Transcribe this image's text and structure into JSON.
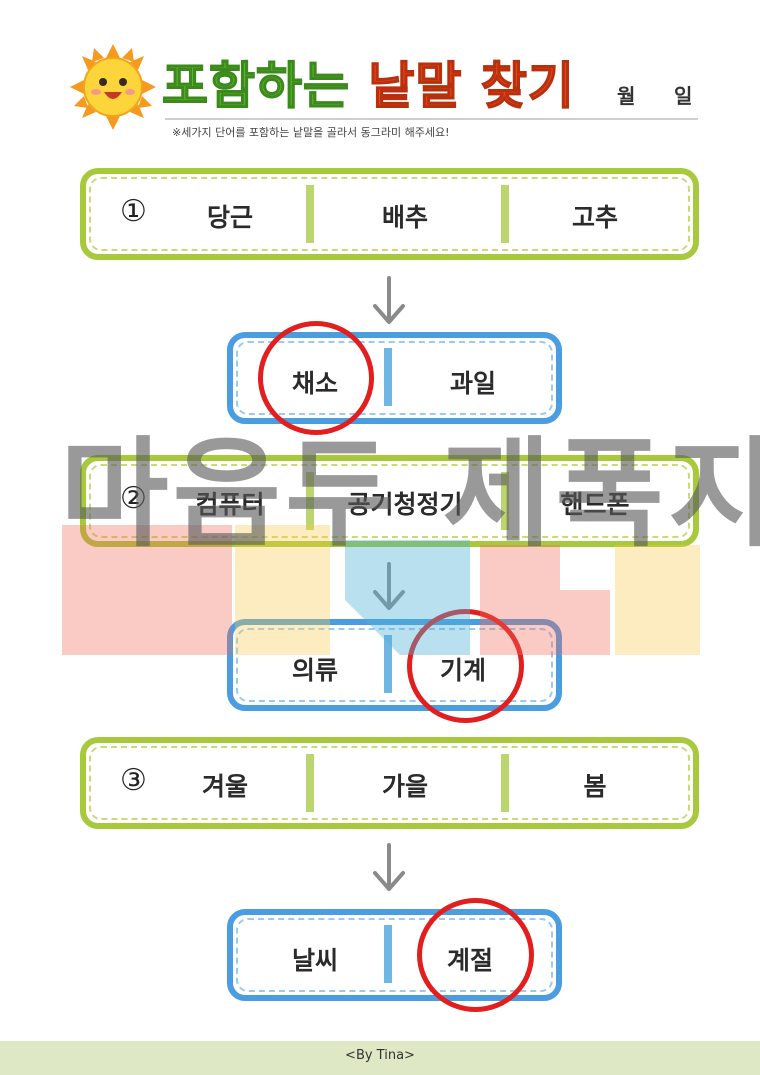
{
  "header": {
    "title_green": "포함하는",
    "title_red": "낱말 찾기",
    "month_label": "월",
    "day_label": "일",
    "instruction": "※세가지 단어를 포함하는 낱말을 골라서 동그라미 해주세요!"
  },
  "questions": [
    {
      "number": "①",
      "words": [
        "당근",
        "배추",
        "고추"
      ],
      "choices": [
        "채소",
        "과일"
      ]
    },
    {
      "number": "②",
      "words": [
        "컴퓨터",
        "공기청정기",
        "핸드폰"
      ],
      "choices": [
        "의류",
        "기계"
      ]
    },
    {
      "number": "③",
      "words": [
        "겨울",
        "가을",
        "봄"
      ],
      "choices": [
        "날씨",
        "계절"
      ]
    }
  ],
  "watermark": "마음두 제폭지",
  "footer": "<By Tina>",
  "colors": {
    "green_border": "#a7c93b",
    "blue_border": "#4a9de0",
    "circle_red": "#e21e1e",
    "title_green": "#5cb531",
    "title_red": "#e8461e"
  }
}
